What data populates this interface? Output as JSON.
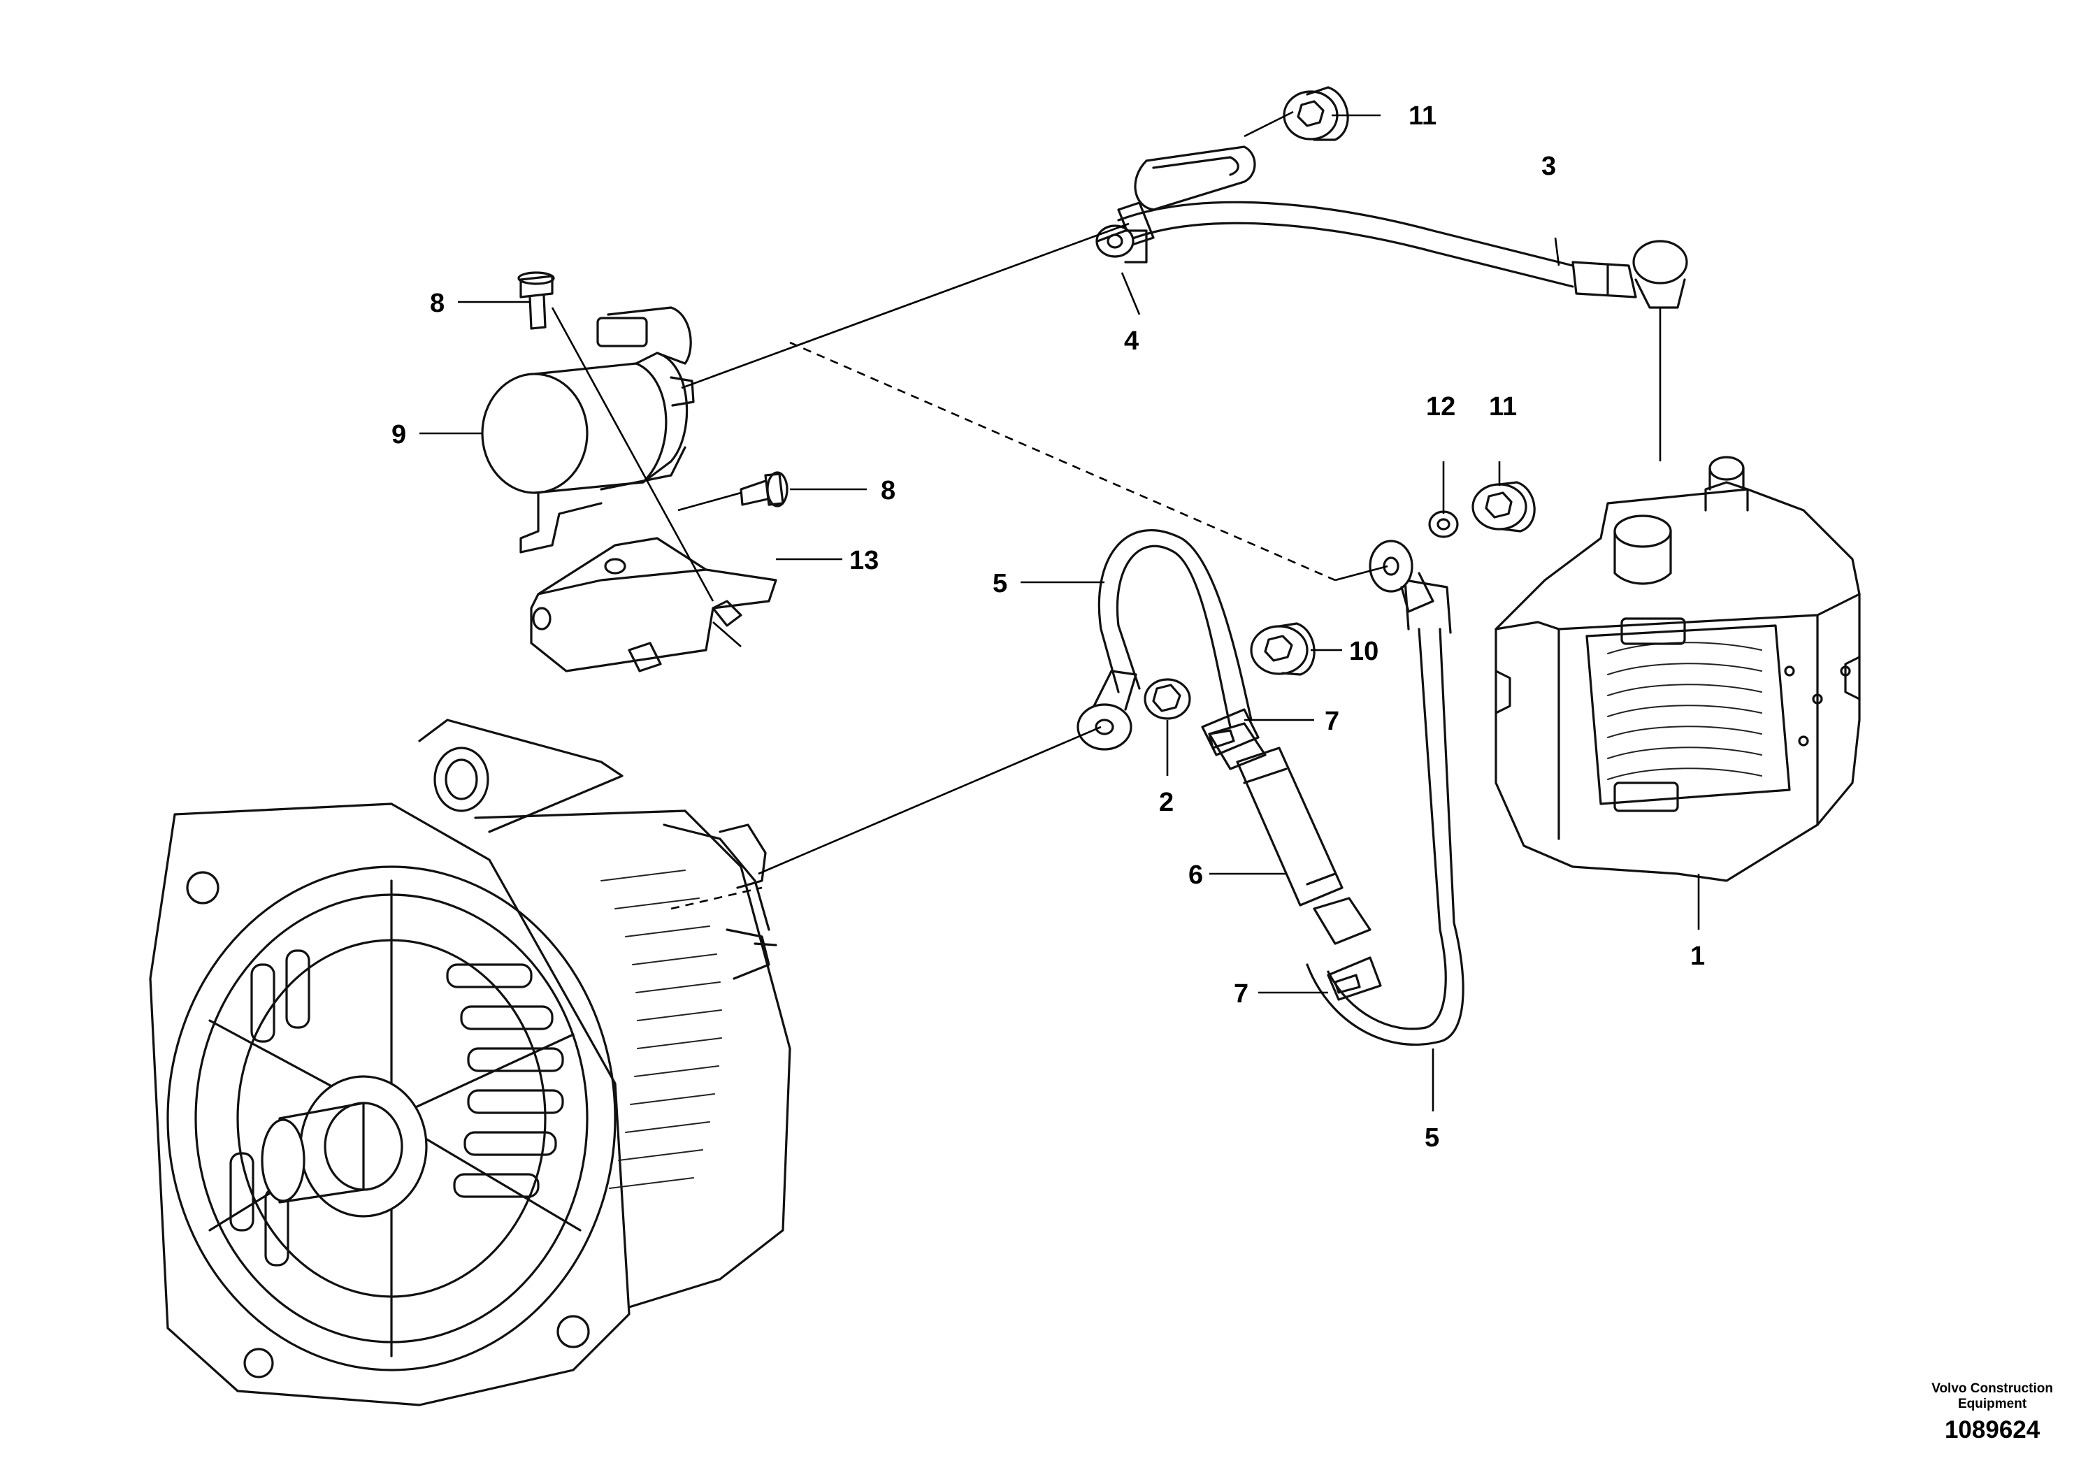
{
  "callouts": {
    "c1": "1",
    "c2": "2",
    "c3": "3",
    "c4": "4",
    "c5a": "5",
    "c5b": "5",
    "c6": "6",
    "c7a": "7",
    "c7b": "7",
    "c8a": "8",
    "c8b": "8",
    "c9": "9",
    "c10": "10",
    "c11a": "11",
    "c11b": "11",
    "c12": "12",
    "c13": "13"
  },
  "footer": {
    "manufacturer_line1": "Volvo Construction",
    "manufacturer_line2": "Equipment",
    "drawing_number": "1089624"
  }
}
